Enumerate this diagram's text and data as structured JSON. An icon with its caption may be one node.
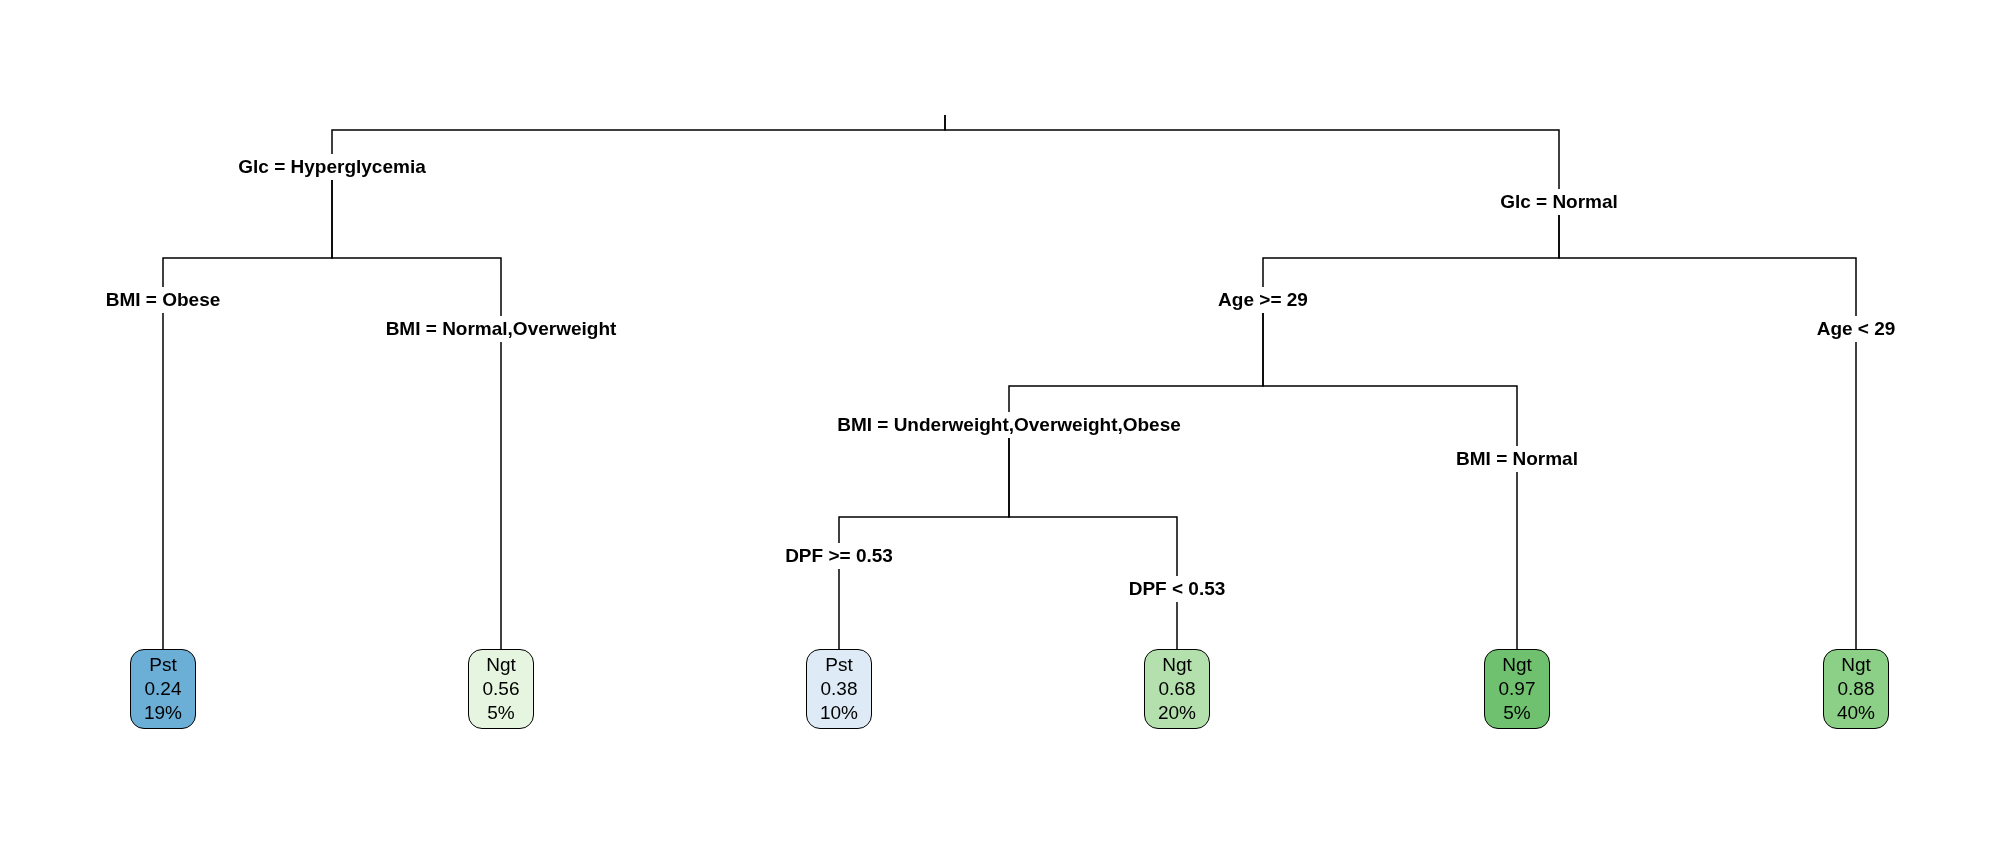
{
  "diagram": {
    "nodes": [
      {
        "text": [
          "Glc = Hyperglycemia"
        ]
      },
      {
        "text": [
          "Glc = Normal"
        ]
      },
      {
        "text": [
          "BMI = Obese"
        ]
      },
      {
        "text": [
          "BMI = Normal,Overweight"
        ]
      },
      {
        "text": [
          "Age >= 29"
        ]
      },
      {
        "text": [
          "Age < 29"
        ]
      },
      {
        "text": [
          "BMI = Underweight,Overweight,Obese"
        ]
      },
      {
        "text": [
          "BMI = Normal"
        ]
      },
      {
        "text": [
          "DPF >= 0.53"
        ]
      },
      {
        "text": [
          "DPF < 0.53"
        ]
      },
      {
        "text": [
          "Pst",
          "0.24",
          "19%"
        ]
      },
      {
        "text": [
          "Ngt",
          "0.56",
          "5%"
        ]
      },
      {
        "text": [
          "Pst",
          "0.38",
          "10%"
        ]
      },
      {
        "text": [
          "Ngt",
          "0.68",
          "20%"
        ]
      },
      {
        "text": [
          "Ngt",
          "0.97",
          "5%"
        ]
      },
      {
        "text": [
          "Ngt",
          "0.88",
          "40%"
        ]
      }
    ],
    "edges": [
      {
        "from": null,
        "to": 0,
        "arrow": "none"
      },
      {
        "from": null,
        "to": 1,
        "arrow": "none"
      },
      {
        "from": 0,
        "to": 2,
        "arrow": "none"
      },
      {
        "from": 0,
        "to": 3,
        "arrow": "none"
      },
      {
        "from": 1,
        "to": 4,
        "arrow": "none"
      },
      {
        "from": 1,
        "to": 5,
        "arrow": "none"
      },
      {
        "from": 4,
        "to": 6,
        "arrow": "none"
      },
      {
        "from": 4,
        "to": 7,
        "arrow": "none"
      },
      {
        "from": 6,
        "to": 8,
        "arrow": "none"
      },
      {
        "from": 6,
        "to": 9,
        "arrow": "none"
      },
      {
        "from": 2,
        "to": 10,
        "arrow": "none"
      },
      {
        "from": 3,
        "to": 11,
        "arrow": "none"
      },
      {
        "from": 8,
        "to": 12,
        "arrow": "none"
      },
      {
        "from": 9,
        "to": 13,
        "arrow": "none"
      },
      {
        "from": 7,
        "to": 14,
        "arrow": "none"
      },
      {
        "from": 5,
        "to": 15,
        "arrow": "none"
      }
    ]
  }
}
